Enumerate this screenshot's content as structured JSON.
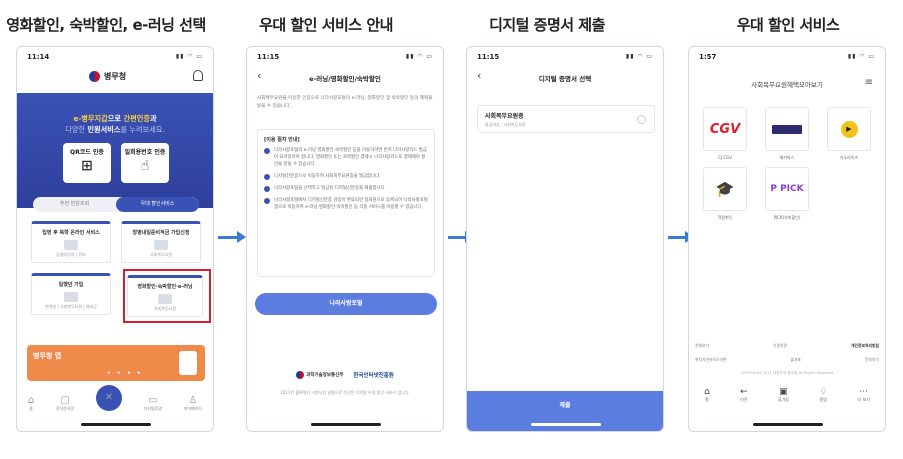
{
  "captions": [
    "영화할인, 숙박할인, e-러닝 선택",
    "우대 할인 서비스 안내",
    "디지털 증명서 제출",
    "우대 할인 서비스"
  ],
  "colors": {
    "primary": "#3a52b5",
    "arrow": "#3a7bd5",
    "highlight": "#d21f2b",
    "button": "#5b7de0"
  },
  "screen1": {
    "time": "11:14",
    "agency": "병무청",
    "hero_line1_a": "e-병무지갑",
    "hero_line1_b": "으로 ",
    "hero_line1_c": "간편인증",
    "hero_line1_d": "과",
    "hero_line2_a": "다양한 ",
    "hero_line2_b": "민원서비스",
    "hero_line2_c": "를 누려보세요.",
    "cert_qr": "QR코드 인증",
    "cert_pin": "일회용번호 인증",
    "tab_left": "추천 민원조회",
    "tab_right": "우대 할인서비스",
    "card1": "입영 후 복학 온라인 서비스",
    "card1_sub": "입영대상자 | 정보",
    "card2": "장병내일준비적금 가입신청",
    "card2_sub": "사회복무요원",
    "card3": "일했던 가입",
    "card3_sub": "현역병 | 사회복무요원 | 예비군",
    "card4": "영화할인·숙박할인·e-러닝",
    "card4_sub": "사회복무요원",
    "banner_title": "병무청 앱",
    "banner_dots": "• • • •",
    "nav": [
      "홈",
      "전자문서함",
      "",
      "디지털증명",
      "마이페이지"
    ]
  },
  "screen2": {
    "time": "11:15",
    "header": "e-러닝/영화할인/숙박할인",
    "intro": "사회복무요원을 이용한 인증으로 나라사랑포털의 e-러닝, 영화할인 및 숙박할인 등의 혜택을 받을 수 있습니다.",
    "box_title": "[이용 절차 안내]",
    "steps": [
      "나라사랑포털의 e-러닝 영화할인 숙박할인 등을 이용하려면 먼저 나라사랑카드 발급이 되어있어야 합니다. 영화할인 또는 숙박할인 결제시 나라사랑카드로 결제해야 할인을 받을 수 있습니다.",
      "디지털신분증으로 이동하여 사회복무요원증을 발급합니다.",
      "나라사랑포털을 선택하고 발급된 디지털신분증을 제출합니다.",
      "나라사랑포털에서 디지털신분증 검증이 완료되면 정회원으로 등록되어 나라사랑포털앱으로 이동하여 e-러닝·영화할인·숙박할인 등 각종 서비스를 이용할 수 있습니다."
    ],
    "button": "나라사랑포털",
    "org1": "과학기술정보통신부",
    "org2": "한국인터넷진흥원",
    "footer": "2021년 블록체인 시범사업 일환으로 추진된 디지털 우대 할인 서비스 입니다."
  },
  "screen3": {
    "time": "11:15",
    "header": "디지털 증명서 선택",
    "option": "사회복무요원증",
    "option_sub": "발급대상 : 사회복무요원",
    "submit": "제출"
  },
  "screen4": {
    "time": "1:57",
    "title": "사회복무요원혜택모아보기",
    "tiles": [
      {
        "icon": "cgv-logo",
        "label": "CJ CGV",
        "text": "CGV"
      },
      {
        "icon": "megabox-logo",
        "label": "메가박스",
        "text": ""
      },
      {
        "icon": "kino-play-icon",
        "label": "키노라이츠",
        "text": "▶"
      },
      {
        "icon": "graduation-cap-icon",
        "label": "학점취득",
        "text": "🎓"
      },
      {
        "icon": "pick-logo",
        "label": "PICK(숙박할인)",
        "text": "P PICK"
      }
    ],
    "links_row1": [
      "전체보기",
      "이용약관",
      "개인정보처리방침"
    ],
    "links_row2": [
      "위치기반서비스약관",
      "출처표",
      "문의하기"
    ],
    "copyright": "COPYRIGHT 2021 대한민국 병무청 All Rights Reserved",
    "nav": [
      "홈",
      "이전",
      "휴가증",
      "알림",
      "더 보기"
    ]
  }
}
